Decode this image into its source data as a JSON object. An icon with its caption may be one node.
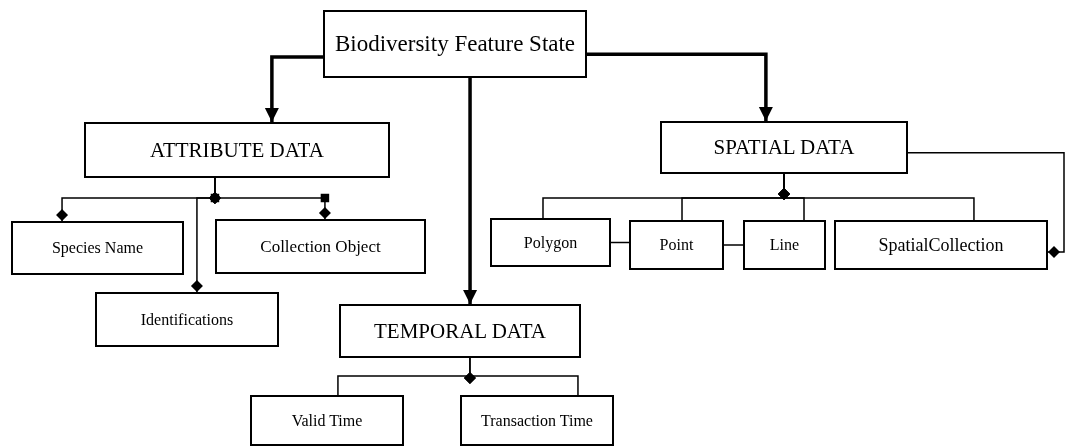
{
  "diagram": {
    "nodes": [
      {
        "text": [
          "Biodiversity Feature State"
        ]
      },
      {
        "text": [
          "ATTRIBUTE DATA"
        ]
      },
      {
        "text": [
          "SPATIAL DATA"
        ]
      },
      {
        "text": [
          "Species Name"
        ]
      },
      {
        "text": [
          "Collection Object"
        ]
      },
      {
        "text": [
          "Polygon"
        ]
      },
      {
        "text": [
          "Point"
        ]
      },
      {
        "text": [
          "Line"
        ]
      },
      {
        "text": [
          "SpatialCollection"
        ]
      },
      {
        "text": [
          "Identifications"
        ]
      },
      {
        "text": [
          "TEMPORAL DATA"
        ]
      },
      {
        "text": [
          "Valid Time"
        ]
      },
      {
        "text": [
          "Transaction Time"
        ]
      }
    ],
    "edges": [
      {
        "from": 0,
        "to": 1,
        "arrow": "to",
        "style": "thick"
      },
      {
        "from": 0,
        "to": 10,
        "arrow": "to",
        "style": "thick"
      },
      {
        "from": 0,
        "to": 2,
        "arrow": "to",
        "style": "thick"
      },
      {
        "from": 1,
        "to": 3,
        "arrow": "other"
      },
      {
        "from": 1,
        "to": 9,
        "arrow": "other"
      },
      {
        "from": 1,
        "to": 4,
        "arrow": "other"
      },
      {
        "from": 2,
        "to": 5,
        "arrow": "other"
      },
      {
        "from": 2,
        "to": 6,
        "arrow": "other"
      },
      {
        "from": 2,
        "to": 7,
        "arrow": "other"
      },
      {
        "from": 2,
        "to": 8,
        "arrow": "other"
      },
      {
        "from": 5,
        "to": 6,
        "arrow": "none"
      },
      {
        "from": 6,
        "to": 7,
        "arrow": "none"
      },
      {
        "from": 2,
        "to": 8,
        "arrow": "other"
      },
      {
        "from": 10,
        "to": 11,
        "arrow": "other"
      },
      {
        "from": 10,
        "to": 12,
        "arrow": "other"
      }
    ]
  }
}
